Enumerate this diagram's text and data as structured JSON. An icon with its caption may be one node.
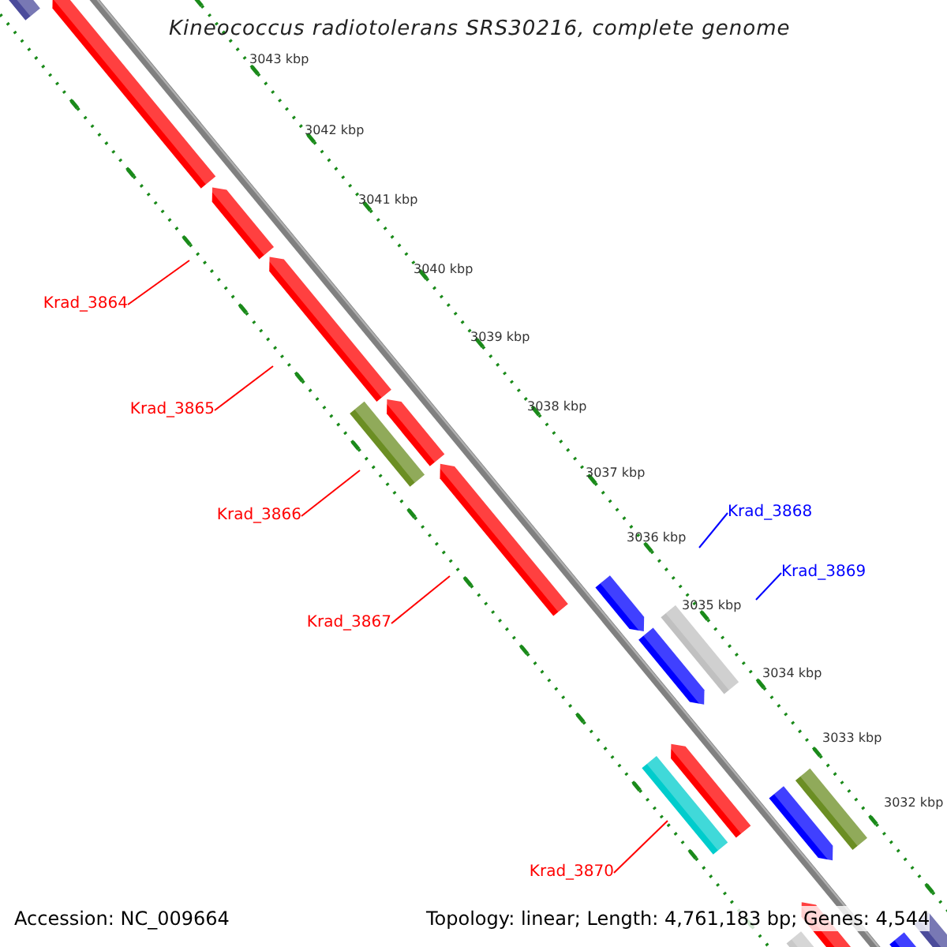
{
  "diagram": {
    "title": "Kineococcus radiotolerans SRS30216, complete genome",
    "nodes": [
      {
        "text": [
          "Krad_3864"
        ]
      },
      {
        "text": [
          "Krad_3865"
        ]
      },
      {
        "text": [
          "Krad_3866"
        ]
      },
      {
        "text": [
          "Krad_3867"
        ]
      },
      {
        "text": [
          "Krad_3868"
        ]
      },
      {
        "text": [
          "Krad_3869"
        ]
      },
      {
        "text": [
          "Krad_3870"
        ]
      }
    ],
    "edges": [
      {
        "from": 0,
        "to": null,
        "arrow": "none"
      },
      {
        "from": 1,
        "to": null,
        "arrow": "none"
      },
      {
        "from": 2,
        "to": null,
        "arrow": "none"
      },
      {
        "from": 3,
        "to": null,
        "arrow": "none"
      },
      {
        "from": 4,
        "to": null,
        "arrow": "none",
        "color": "#0000ff"
      },
      {
        "from": 5,
        "to": null,
        "arrow": "none",
        "color": "#0000ff"
      },
      {
        "from": 6,
        "to": null,
        "arrow": "none"
      }
    ],
    "labels": [
      "3043 kbp",
      "3042 kbp",
      "3041 kbp",
      "3040 kbp",
      "3039 kbp",
      "3038 kbp",
      "3037 kbp",
      "3036 kbp",
      "3035 kbp",
      "3034 kbp",
      "3033 kbp",
      "3032 kbp",
      "Accession: NC_009664",
      "Topology: linear; Length: 4,761,183 bp; Genes: 4,544"
    ]
  }
}
